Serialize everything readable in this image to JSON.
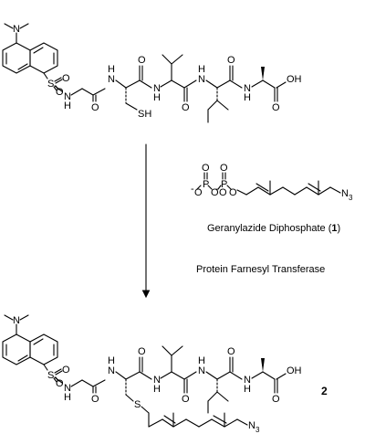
{
  "scheme": {
    "reagent_name": "Geranylazide Diphosphate (",
    "reagent_number": "1",
    "reagent_close": ")",
    "enzyme": "Protein Farnesyl Transferase",
    "product_number": "2"
  },
  "atoms": {
    "N": "N",
    "H": "H",
    "O": "O",
    "S": "S",
    "SH": "SH",
    "OH": "OH",
    "P": "P",
    "N3_main": "N",
    "N3_sub": "3",
    "Ominus": "O",
    "minus": "-"
  }
}
